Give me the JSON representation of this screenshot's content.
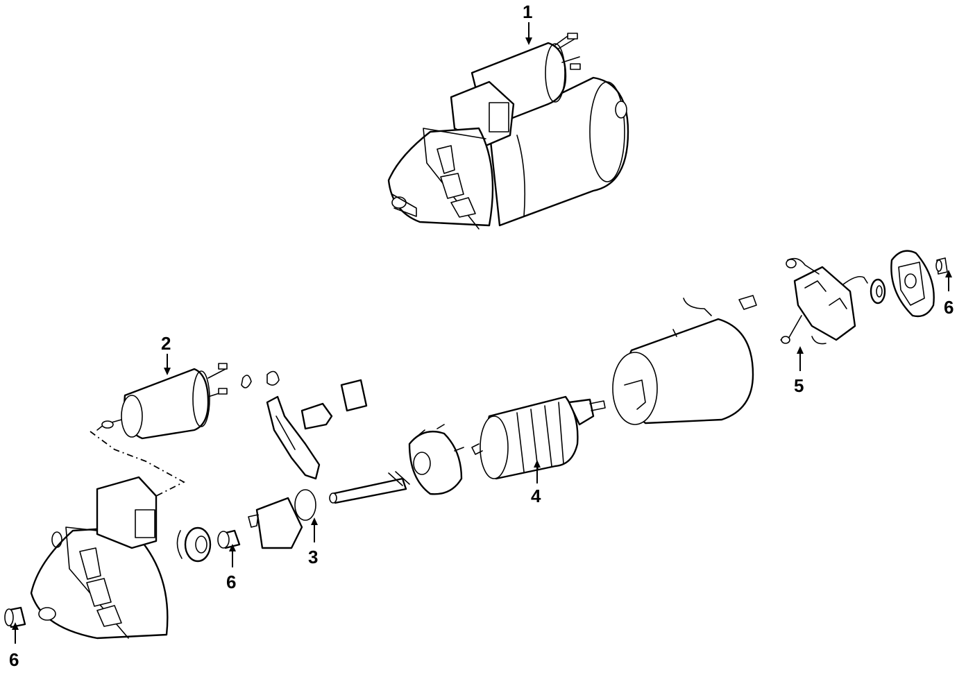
{
  "callouts": [
    {
      "id": "c1",
      "label": "1"
    },
    {
      "id": "c2",
      "label": "2"
    },
    {
      "id": "c3",
      "label": "3"
    },
    {
      "id": "c4",
      "label": "4"
    },
    {
      "id": "c5",
      "label": "5"
    },
    {
      "id": "c6a",
      "label": "6"
    },
    {
      "id": "c6b",
      "label": "6"
    },
    {
      "id": "c6c",
      "label": "6"
    }
  ]
}
